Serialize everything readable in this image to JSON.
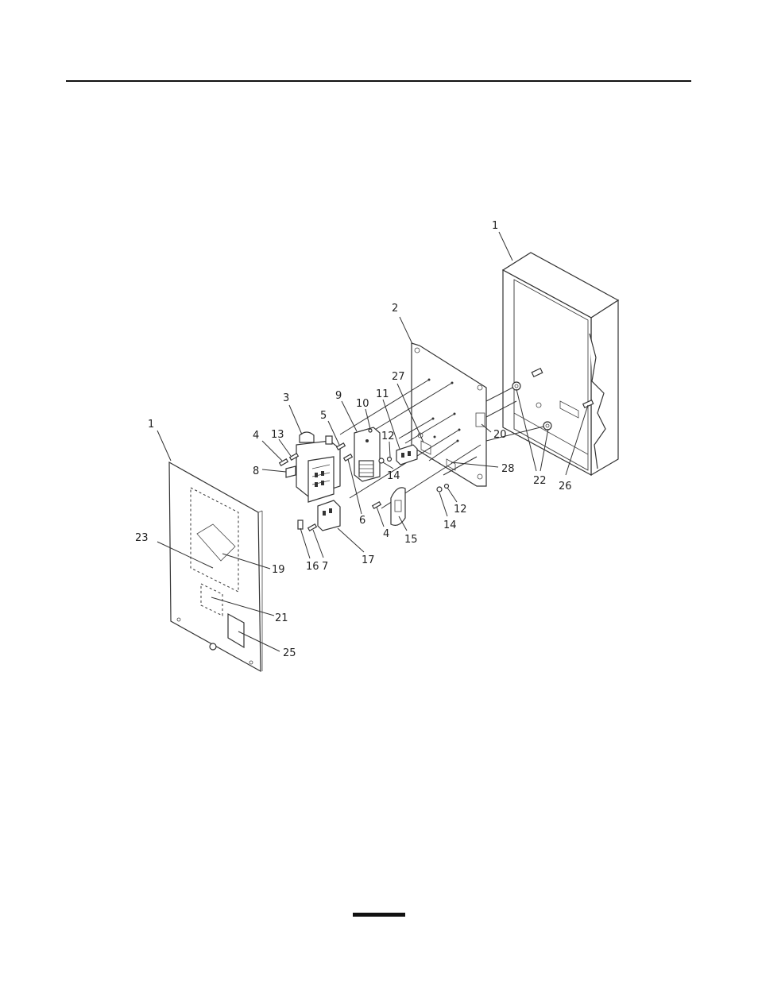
{
  "diagram": {
    "callouts": [
      {
        "id": "c1-enclosure",
        "text": "1"
      },
      {
        "id": "c1-cover",
        "text": "1"
      },
      {
        "id": "c2",
        "text": "2"
      },
      {
        "id": "c3",
        "text": "3"
      },
      {
        "id": "c4-a",
        "text": "4"
      },
      {
        "id": "c4-b",
        "text": "4"
      },
      {
        "id": "c5",
        "text": "5"
      },
      {
        "id": "c6",
        "text": "6"
      },
      {
        "id": "c7",
        "text": "7"
      },
      {
        "id": "c8",
        "text": "8"
      },
      {
        "id": "c9",
        "text": "9"
      },
      {
        "id": "c10",
        "text": "10"
      },
      {
        "id": "c11",
        "text": "11"
      },
      {
        "id": "c12-a",
        "text": "12"
      },
      {
        "id": "c12-b",
        "text": "12"
      },
      {
        "id": "c13",
        "text": "13"
      },
      {
        "id": "c14-a",
        "text": "14"
      },
      {
        "id": "c14-b",
        "text": "14"
      },
      {
        "id": "c15",
        "text": "15"
      },
      {
        "id": "c16",
        "text": "16"
      },
      {
        "id": "c17",
        "text": "17"
      },
      {
        "id": "c19",
        "text": "19"
      },
      {
        "id": "c20",
        "text": "20"
      },
      {
        "id": "c21",
        "text": "21"
      },
      {
        "id": "c22",
        "text": "22"
      },
      {
        "id": "c23",
        "text": "23"
      },
      {
        "id": "c25",
        "text": "25"
      },
      {
        "id": "c26",
        "text": "26"
      },
      {
        "id": "c27",
        "text": "27"
      },
      {
        "id": "c28",
        "text": "28"
      }
    ]
  }
}
